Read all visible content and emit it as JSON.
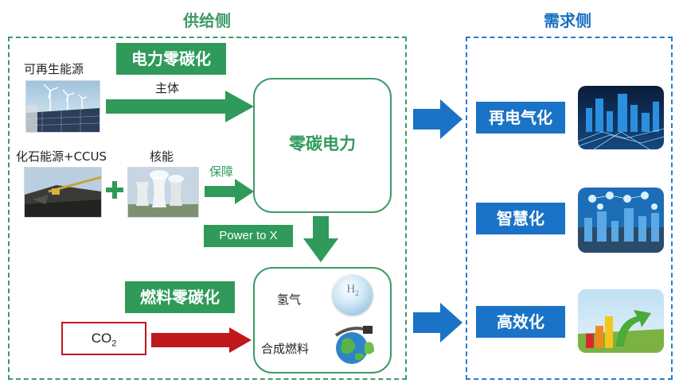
{
  "supply_side": {
    "title": "供给侧"
  },
  "demand_side": {
    "title": "需求侧"
  },
  "power_zero_carbon": {
    "label": "电力零碳化"
  },
  "renewable": {
    "label": "可再生能源"
  },
  "fossil": {
    "label": "化石能源+CCUS"
  },
  "nuclear": {
    "label": "核能"
  },
  "arrow_main": {
    "label": "主体"
  },
  "arrow_guarantee": {
    "label": "保障"
  },
  "zero_carbon_power": {
    "label": "零碳电力"
  },
  "power_to_x": {
    "label": "Power to X"
  },
  "fuel_zero_carbon": {
    "label": "燃料零碳化"
  },
  "co2": {
    "label": "CO",
    "sub": "2"
  },
  "hydrogen": {
    "label": "氢气",
    "icon_text": "H",
    "icon_sub": "2"
  },
  "synthetic_fuel": {
    "label": "合成燃料"
  },
  "demand_items": [
    {
      "label": "再电气化"
    },
    {
      "label": "智慧化"
    },
    {
      "label": "高效化"
    }
  ],
  "colors": {
    "green": "#2f9a5a",
    "blue": "#1a73c6",
    "red": "#c0171d"
  }
}
